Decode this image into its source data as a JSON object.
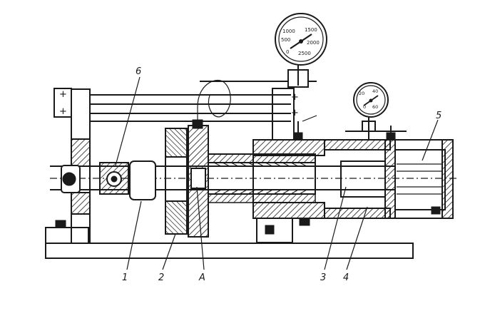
{
  "labels": {
    "part_1": "1",
    "part_2": "2",
    "part_A": "A",
    "part_3": "3",
    "part_4": "4",
    "part_5": "5",
    "part_6": "6"
  },
  "gauge_high": {
    "ticks": [
      "1000",
      "1500",
      "500",
      "2000",
      "0",
      "2500"
    ]
  },
  "gauge_low": {
    "ticks": [
      "20",
      "40",
      "0",
      "60"
    ]
  },
  "colors": {
    "ink": "#1a1a1a",
    "paper": "#ffffff"
  }
}
